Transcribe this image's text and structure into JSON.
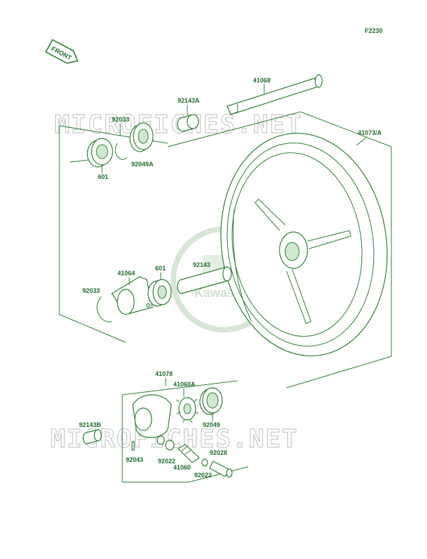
{
  "diagram_code": "F2230",
  "front_badge": "FRONT",
  "watermark_text": "MICROFICHES.NET",
  "logo_text": "Kawasaki",
  "colors": {
    "line": "#2e7d32",
    "label": "#1f6b2a",
    "watermark": "#c8c8c8"
  },
  "parts": {
    "axle": "41068",
    "collar_a": "92143A",
    "wheel": "41073/A",
    "circlip_top": "92033",
    "seal_a": "92049A",
    "bearing_top": "601",
    "gear_housing": "41064",
    "bearing_mid": "601",
    "spacer": "92143",
    "circlip_mid": "92033",
    "speedo_gear_assy": "41078",
    "speedo_gear": "41060A",
    "oil_seal": "92049",
    "collar_b": "92143B",
    "pin": "92043",
    "washer_left": "92022",
    "pinion": "41060",
    "washer_right": "92022",
    "bushing": "92028"
  }
}
